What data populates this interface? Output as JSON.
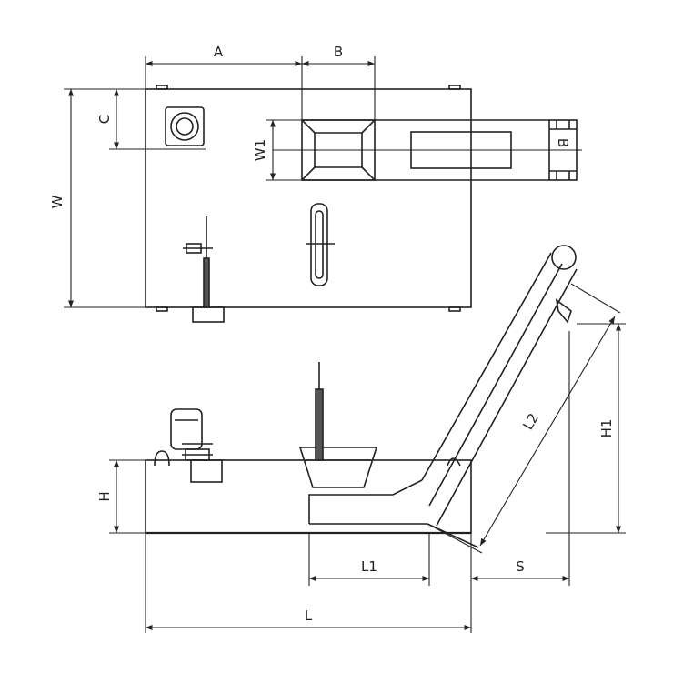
{
  "colors": {
    "line": "#222222",
    "background": "#ffffff"
  },
  "labels": {
    "A": "A",
    "B_top": "B",
    "B_side": "B",
    "C": "C",
    "W": "W",
    "W1": "W1",
    "H": "H",
    "H1": "H1",
    "L1": "L1",
    "L2": "L2",
    "S": "S",
    "L": "L"
  }
}
